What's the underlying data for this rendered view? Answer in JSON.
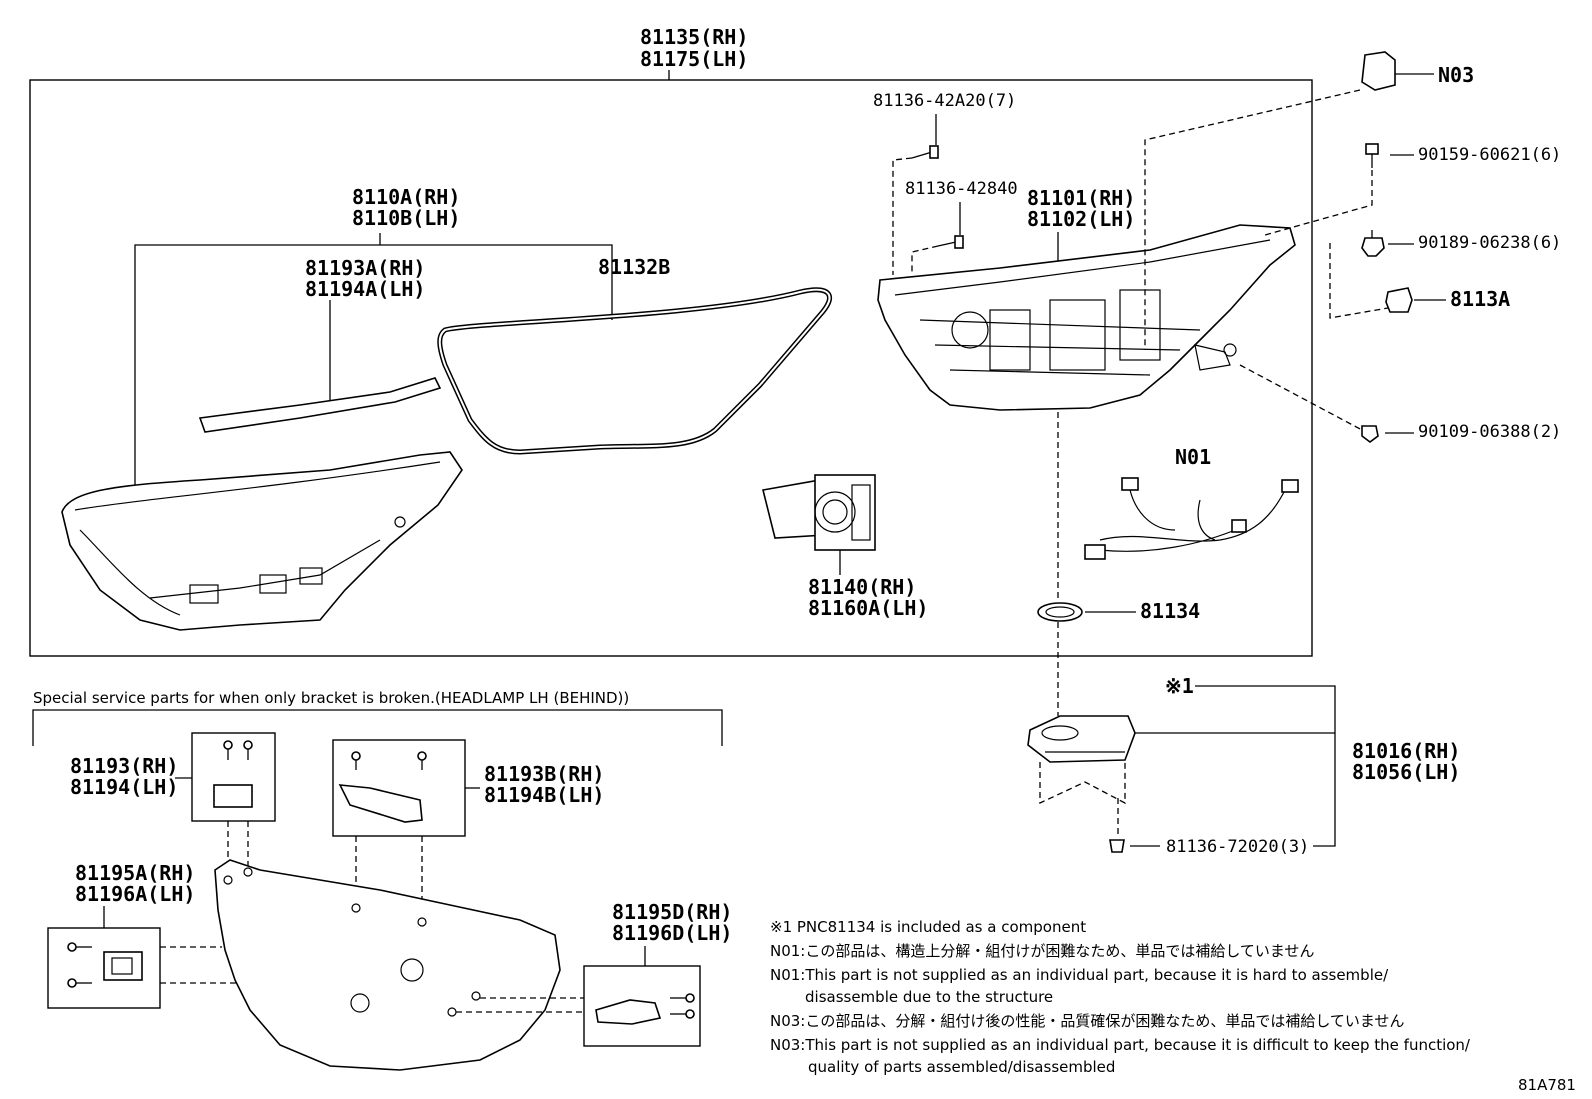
{
  "labels": {
    "p81135": "81135(RH)",
    "p81175": "81175(LH)",
    "p8110A": "8110A(RH)",
    "p8110B": "8110B(LH)",
    "p81193A": "81193A(RH)",
    "p81194A": "81194A(LH)",
    "p81132B": "81132B",
    "p81136_42A20": "81136-42A20(7)",
    "p81136_42840": "81136-42840",
    "p81101": "81101(RH)",
    "p81102": "81102(LH)",
    "pN03": "N03",
    "p90159": "90159-60621(6)",
    "p90189": "90189-06238(6)",
    "p8113A": "8113A",
    "p90109": "90109-06388(2)",
    "pN01": "N01",
    "p81140": "81140(RH)",
    "p81160A": "81160A(LH)",
    "p81134": "81134",
    "pRef1": "※1",
    "p81016": "81016(RH)",
    "p81056": "81056(LH)",
    "p81136_72020": "81136-72020(3)",
    "p81193": "81193(RH)",
    "p81194": "81194(LH)",
    "p81193B": "81193B(RH)",
    "p81194B": "81194B(LH)",
    "p81195A": "81195A(RH)",
    "p81196A": "81196A(LH)",
    "p81195D": "81195D(RH)",
    "p81196D": "81196D(LH)",
    "special_service": "Special service parts for when only bracket is broken.(HEADLAMP LH (BEHIND))",
    "figure_code": "81A781"
  },
  "notes": [
    "※1 PNC81134 is included as a component",
    "N01:この部品は、構造上分解・組付けが困難なため、単品では補給していません",
    "N01:This part is not supplied as an individual part, because it is hard to assemble/",
    "disassemble due to the structure",
    "N03:この部品は、分解・組付け後の性能・品質確保が困難なため、単品では補給していません",
    "N03:This part is not supplied as an individual part, because it is difficult to keep the function/",
    "quality of parts assembled/disassembled"
  ]
}
